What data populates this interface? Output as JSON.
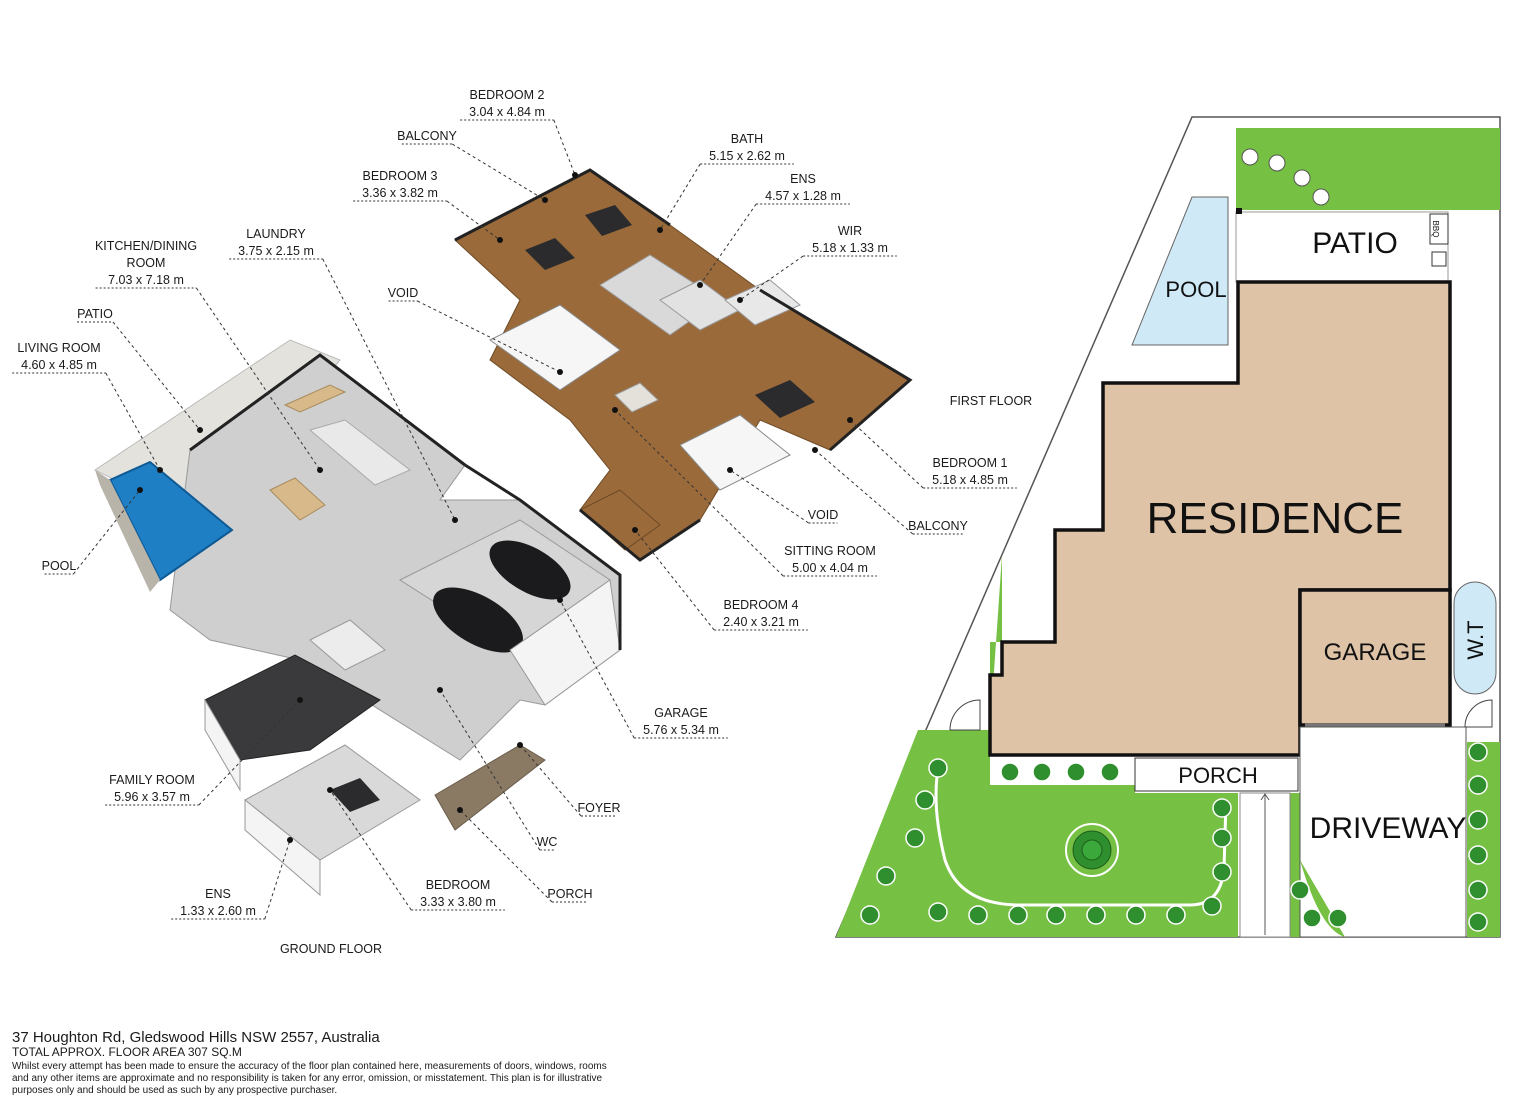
{
  "ground_floor_title": "GROUND FLOOR",
  "first_floor_title": "FIRST FLOOR",
  "rooms": [
    {
      "name": "BEDROOM 2",
      "dims": "3.04 x 4.84 m"
    },
    {
      "name": "BALCONY",
      "dims": ""
    },
    {
      "name": "BEDROOM 3",
      "dims": "3.36 x 3.82 m"
    },
    {
      "name": "BATH",
      "dims": "5.15 x 2.62 m"
    },
    {
      "name": "ENS",
      "dims": "4.57 x 1.28 m"
    },
    {
      "name": "WIR",
      "dims": "5.18 x 1.33 m"
    },
    {
      "name": "LAUNDRY",
      "dims": "3.75 x 2.15 m"
    },
    {
      "name": "KITCHEN/DINING",
      "name2": "ROOM",
      "dims": "7.03 x 7.18 m"
    },
    {
      "name": "PATIO",
      "dims": ""
    },
    {
      "name": "LIVING ROOM",
      "dims": "4.60 x 4.85 m"
    },
    {
      "name": "VOID",
      "dims": ""
    },
    {
      "name": "BEDROOM 1",
      "dims": "5.18 x 4.85 m"
    },
    {
      "name": "VOID",
      "dims": ""
    },
    {
      "name": "BALCONY",
      "dims": ""
    },
    {
      "name": "SITTING ROOM",
      "dims": "5.00 x 4.04 m"
    },
    {
      "name": "POOL",
      "dims": ""
    },
    {
      "name": "BEDROOM 4",
      "dims": "2.40 x 3.21 m"
    },
    {
      "name": "GARAGE",
      "dims": "5.76 x 5.34 m"
    },
    {
      "name": "FAMILY ROOM",
      "dims": "5.96 x 3.57 m"
    },
    {
      "name": "FOYER",
      "dims": ""
    },
    {
      "name": "WC",
      "dims": ""
    },
    {
      "name": "PORCH",
      "dims": ""
    },
    {
      "name": "ENS",
      "dims": "1.33 x 2.60 m"
    },
    {
      "name": "BEDROOM",
      "dims": "3.33 x 3.80 m"
    }
  ],
  "site_plan": {
    "patio": "PATIO",
    "bbq": "BBQ",
    "pool": "POOL",
    "residence": "RESIDENCE",
    "garage": "GARAGE",
    "water_tank": "W.T",
    "porch": "PORCH",
    "driveway": "DRIVEWAY"
  },
  "colors": {
    "lawn": "#76c043",
    "residence": "#dec3a7",
    "pool": "#cfe9f7",
    "water_tank": "#cfe9f7",
    "pool_3d": "#1f7fc4",
    "floor_wood": "#9a6a3a",
    "floor_grey": "#c9c9c9"
  },
  "footer": {
    "address": "37 Houghton Rd, Gledswood Hills NSW 2557, Australia",
    "floor_area": "TOTAL APPROX. FLOOR AREA 307 SQ.M",
    "disclaimer": "Whilst every attempt has been made to ensure the accuracy of the floor plan contained here, measurements of doors, windows, rooms and any other items are approximate and no responsibility is taken for any error, omission, or misstatement. This plan is for illustrative purposes only and should be used as such by any prospective purchaser."
  }
}
